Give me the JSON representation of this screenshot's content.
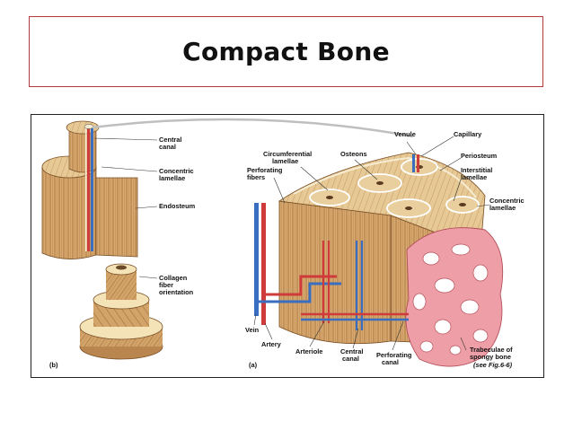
{
  "header": {
    "title": "Compact Bone"
  },
  "panel_b": {
    "panel_label": "(b)",
    "labels": {
      "central_canal": [
        "Central",
        "canal"
      ],
      "concentric_lamellae": [
        "Concentric",
        "lamellae"
      ],
      "endosteum": [
        "Endosteum"
      ],
      "collagen": [
        "Collagen",
        "fiber",
        "orientation"
      ]
    }
  },
  "panel_a": {
    "panel_label": "(a)",
    "labels": {
      "circumferential": [
        "Circumferential",
        "lamellae"
      ],
      "osteons": [
        "Osteons"
      ],
      "venule": [
        "Venule"
      ],
      "capillary": [
        "Capillary"
      ],
      "periosteum": [
        "Periosteum"
      ],
      "perforating_fibers": [
        "Perforating",
        "fibers"
      ],
      "interstitial": [
        "Interstitial",
        "lamellae"
      ],
      "concentric": [
        "Concentric",
        "lamellae"
      ],
      "vein": [
        "Vein"
      ],
      "artery": [
        "Artery"
      ],
      "arteriole": [
        "Arteriole"
      ],
      "central_canal": [
        "Central",
        "canal"
      ],
      "perforating_canal": [
        "Perforating",
        "canal"
      ],
      "trabeculae": [
        "Trabeculae of",
        "spongy bone"
      ],
      "see_fig": [
        "(see Fig.6-6)"
      ]
    }
  },
  "colors": {
    "title_border": "#b23a3a",
    "bone": "#d8aa70",
    "bone_dark": "#a8743f",
    "bone_light": "#f1e1b9",
    "artery": "#cf3b3b",
    "vein": "#3a6ec0",
    "spongy": "#ee9ea6"
  }
}
